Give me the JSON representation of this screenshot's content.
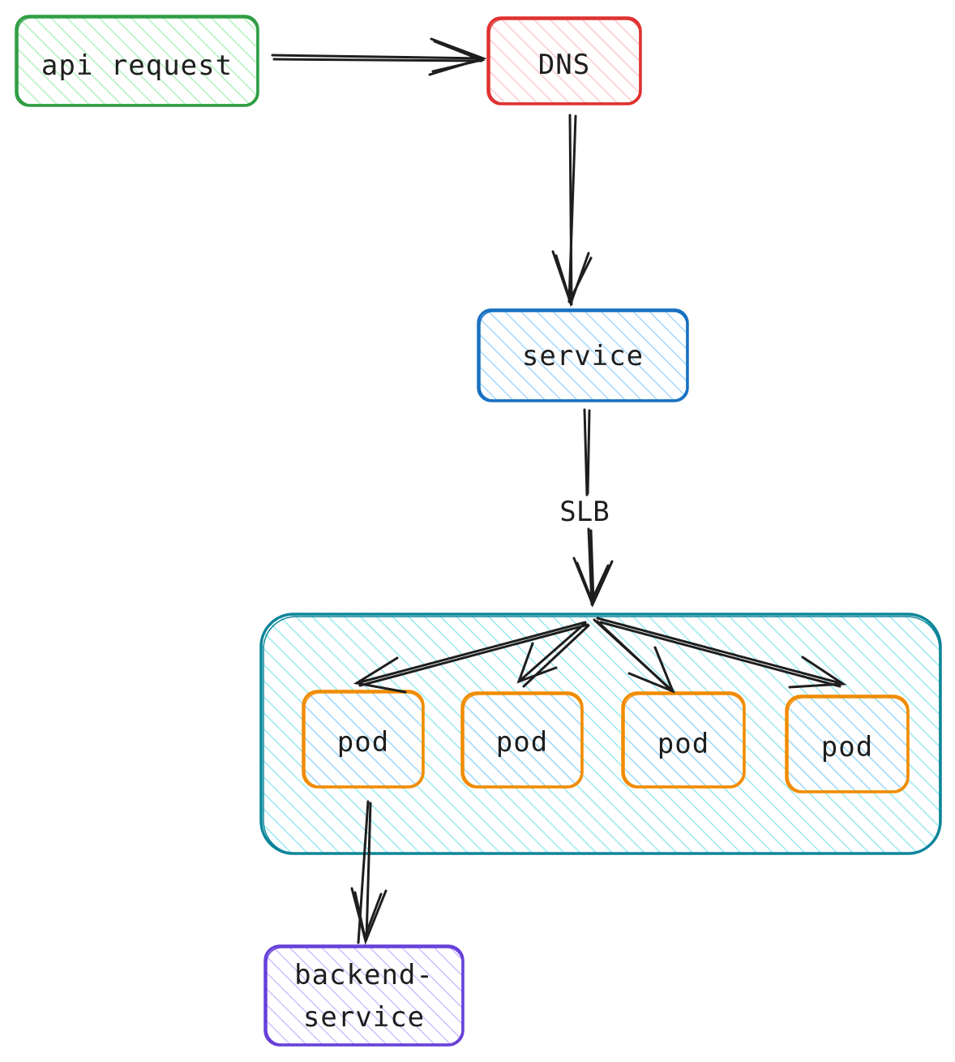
{
  "nodes": {
    "api_request": {
      "label": "api request",
      "stroke": "#2f9e44",
      "fill": "#b2f2bb"
    },
    "dns": {
      "label": "DNS",
      "stroke": "#e03131",
      "fill": "#ffc9c9"
    },
    "service": {
      "label": "service",
      "stroke": "#1971c2",
      "fill": "#a5d8ff"
    },
    "pod_group": {
      "label": "",
      "stroke": "#0c8599",
      "fill": "#99e9f2"
    },
    "pods": [
      {
        "label": "pod",
        "stroke": "#f08c00",
        "fill": "#a5d8ff"
      },
      {
        "label": "pod",
        "stroke": "#f08c00",
        "fill": "#a5d8ff"
      },
      {
        "label": "pod",
        "stroke": "#f08c00",
        "fill": "#a5d8ff"
      },
      {
        "label": "pod",
        "stroke": "#f08c00",
        "fill": "#a5d8ff"
      }
    ],
    "backend_service": {
      "label_line1": "backend-",
      "label_line2": "service",
      "stroke": "#6741d9",
      "fill": "#d0bfff"
    }
  },
  "edges": [
    {
      "from": "api request",
      "to": "DNS",
      "label": ""
    },
    {
      "from": "DNS",
      "to": "service",
      "label": ""
    },
    {
      "from": "service",
      "to": "pods",
      "label": "SLB"
    },
    {
      "from": "pod",
      "to": "backend-service",
      "label": ""
    }
  ],
  "colors": {
    "ink": "#1e1e1e"
  }
}
